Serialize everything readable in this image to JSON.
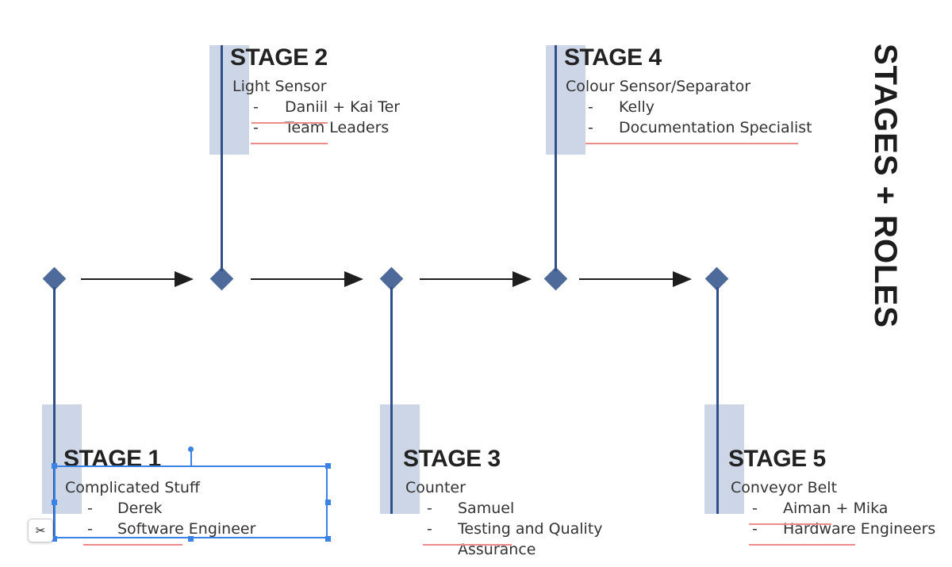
{
  "page": {
    "vertical_title": "STAGES + ROLES"
  },
  "colors": {
    "accent": "#2f4f8a",
    "band": "#cdd6e6",
    "diamond": "#4d6a9a",
    "underline": "#f08a8a",
    "selection": "#3b82e6"
  },
  "stages": [
    {
      "title": "STAGE 1",
      "subtitle": "Complicated Stuff",
      "items": [
        "Derek",
        "Software Engineer"
      ]
    },
    {
      "title": "STAGE 2",
      "subtitle": "Light Sensor",
      "items": [
        "Daniil + Kai Ter",
        "Team Leaders"
      ]
    },
    {
      "title": "STAGE 3",
      "subtitle": "Counter",
      "items": [
        "Samuel",
        "Testing and Quality",
        "Assurance"
      ]
    },
    {
      "title": "STAGE 4",
      "subtitle": "Colour Sensor/Separator",
      "items": [
        "Kelly",
        "Documentation Specialist"
      ]
    },
    {
      "title": "STAGE 5",
      "subtitle": "Conveyor Belt",
      "items": [
        "Aiman + Mika",
        "Hardware Engineers"
      ]
    }
  ],
  "list_marker": "-",
  "icons": {
    "toolbar_button": "crop-icon",
    "toolbar_glyph": "✂"
  }
}
